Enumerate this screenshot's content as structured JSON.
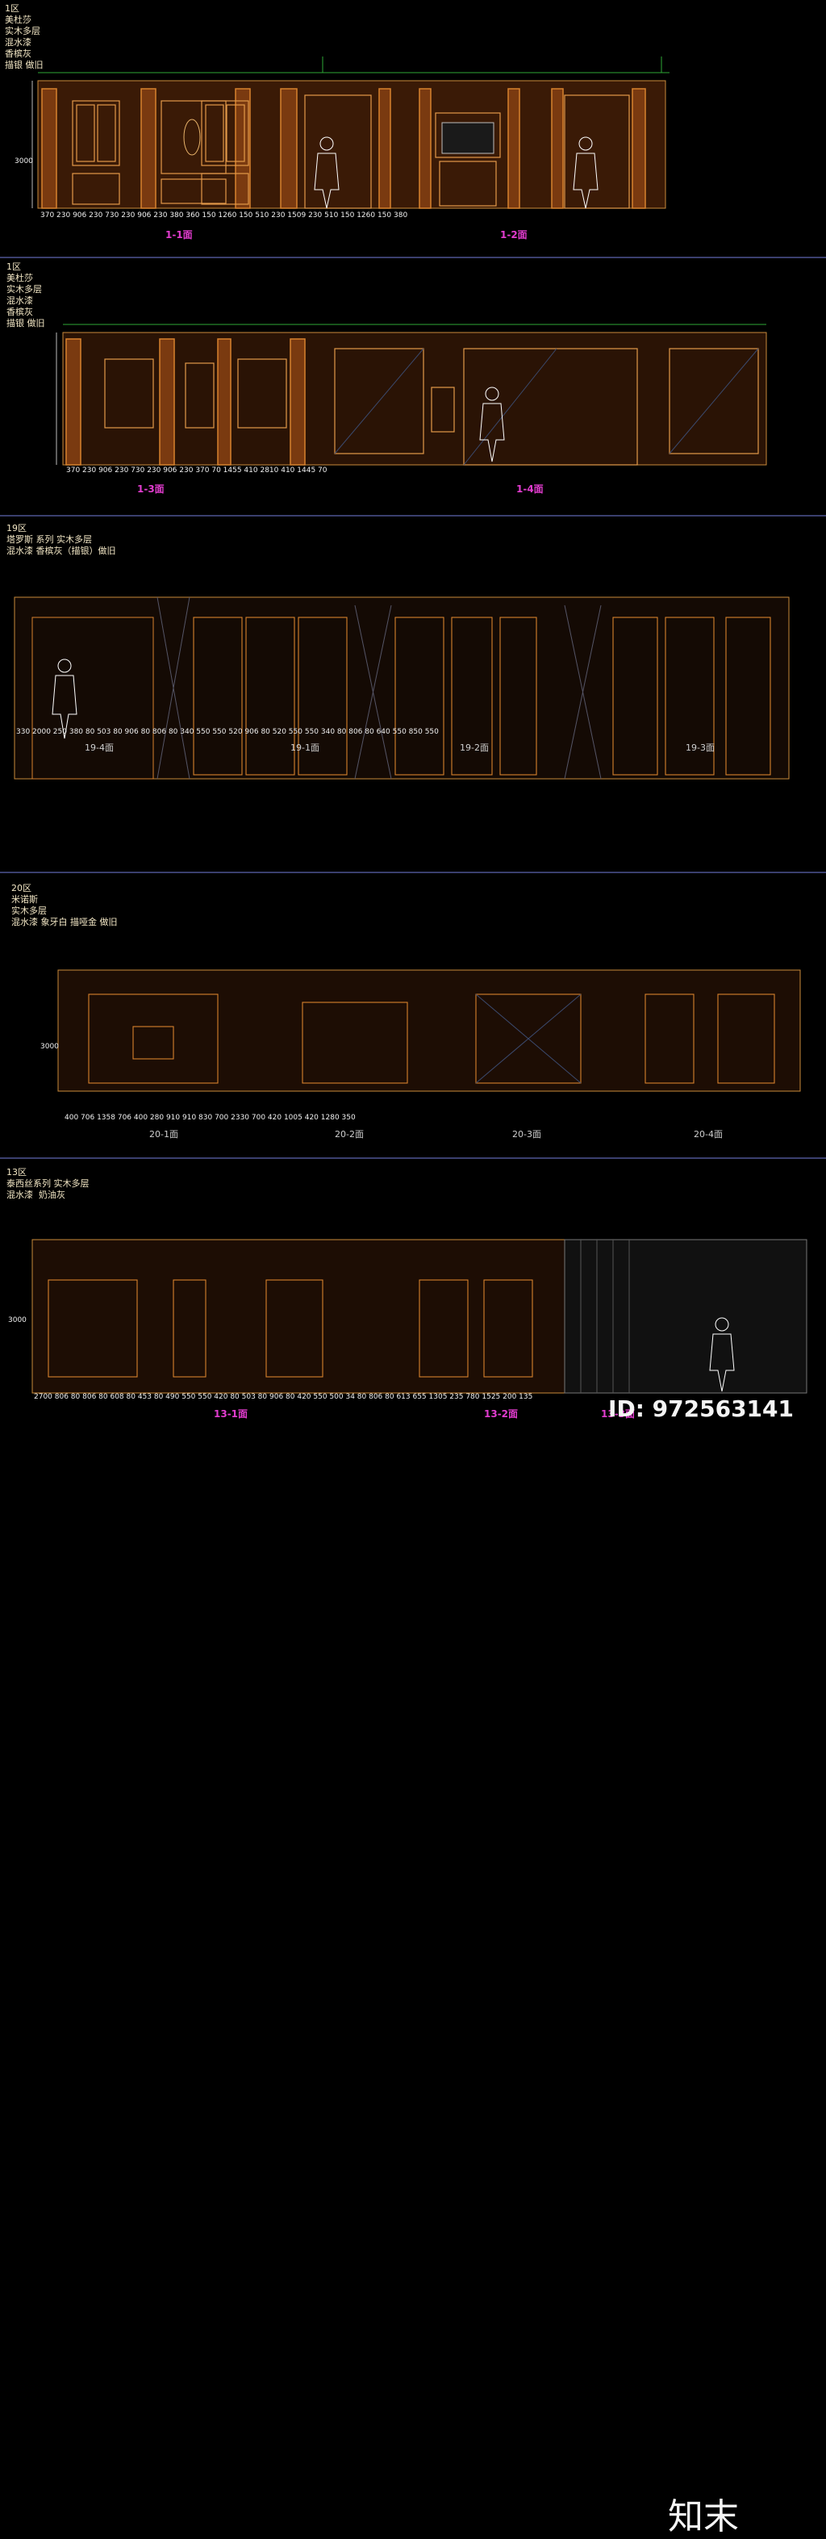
{
  "sections": [
    {
      "zone": "1区\n美杜莎\n实木多层\n混水漆\n香槟灰\n描银 做旧",
      "views": [
        "1-1面",
        "1-2面"
      ],
      "dims": "370 230    906    230   730   230    906    230 380  360 150   1260     150 510 230    1509     230  510 150    1260    150 380",
      "height": "3000"
    },
    {
      "zone": "1区\n美杜莎\n实木多层\n混水漆\n香槟灰\n描银 做旧",
      "views": [
        "1-3面",
        "1-4面"
      ],
      "dims": "370 230    906    230  730  230    906    230 370 70     1455      410          2810          410      1445      70",
      "height": ""
    },
    {
      "zone": "19区\n塔罗斯 系列 实木多层\n混水漆 香槟灰（描银）做旧",
      "views": [
        "19-4面",
        "19-1面",
        "19-2面",
        "19-3面"
      ],
      "dims": "330      2000       250  380 80 503 80  906  80 806 80 340 550  550 520  906  80 520 550  550 340 80  806  80 640  550  850  550",
      "height": ""
    },
    {
      "zone": "20区\n米诺斯\n实木多层\n混水漆 象牙白 描哑金 做旧",
      "views": [
        "20-1面",
        "20-2面",
        "20-3面",
        "20-4面"
      ],
      "dims": "400   706    1358    706   400   280   910  910   830  700       2330        700  420  1005  420   1280   350",
      "height": "3000"
    },
    {
      "zone": "13区\n泰西丝系列 实木多层\n混水漆  奶油灰",
      "views": [
        "13-1面",
        "13-2面",
        "13-3面"
      ],
      "dims": "2700  806  80  806  80 608 80 453 80 490 550 550 420 80 503 80  906  80 420 550 500 34 80 806 80 613  655  1305   235  780  1525  200 135",
      "height": "3000"
    }
  ],
  "brand": "知末",
  "id_text": "ID: 972563141",
  "colors": {
    "wood": "#b8651f",
    "outline": "#c98a3a",
    "bg": "#000000",
    "accent": "#e23ccf"
  }
}
